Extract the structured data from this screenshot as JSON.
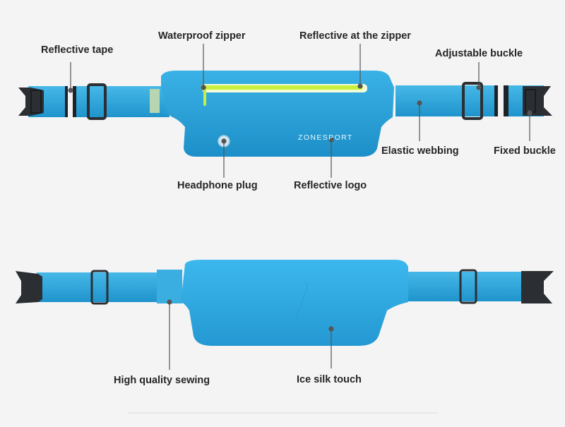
{
  "top_view": {
    "callouts": {
      "reflective_tape": "Reflective tape",
      "waterproof_zipper": "Waterproof zipper",
      "reflective_zipper": "Reflective at the zipper",
      "adjustable_buckle": "Adjustable buckle",
      "elastic_webbing": "Elastic webbing",
      "fixed_buckle": "Fixed buckle",
      "headphone_plug": "Headphone plug",
      "reflective_logo": "Reflective logo"
    },
    "brand_logo": "ZONESPORT"
  },
  "bottom_view": {
    "callouts": {
      "sewing": "High quality sewing",
      "ice_silk": "Ice silk touch"
    }
  },
  "colors": {
    "belt_blue": "#2aa6dc",
    "pouch_blue": "#2ea9e1",
    "zipper_green": "#c8f03c",
    "buckle_dark": "#2b2f33"
  }
}
